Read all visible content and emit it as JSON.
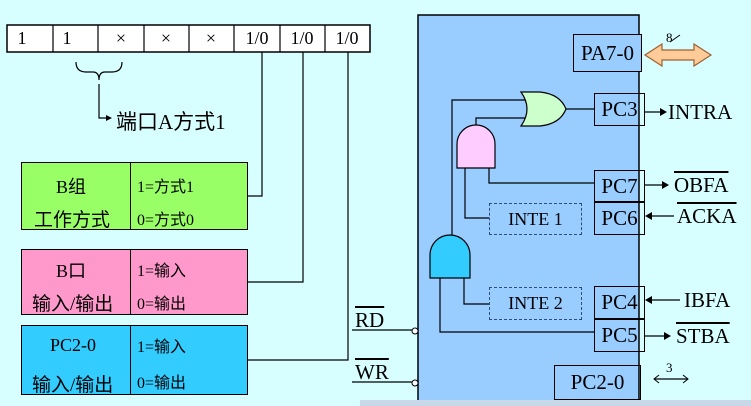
{
  "control_word": {
    "bits": [
      "1",
      "1",
      "×",
      "×",
      "×",
      "1/0",
      "1/0",
      "1/0"
    ],
    "port_a_label": "端口A方式1"
  },
  "option_boxes": [
    {
      "title1": "B组",
      "title2": "工作方式",
      "opt1": "1=方式1",
      "opt0": "0=方式0",
      "color": "#99ff66"
    },
    {
      "title1": "B口",
      "title2": "输入/输出",
      "opt1": "1=输入",
      "opt0": "0=输出",
      "color": "#ff99cc"
    },
    {
      "title1": "PC2-0",
      "title2": "输入/输出",
      "opt1": "1=输入",
      "opt0": "0=输出",
      "color": "#33ccff"
    }
  ],
  "chip": {
    "color": "#99ccff",
    "pins": {
      "pa": "PA7-0",
      "pc3": "PC3",
      "pc7": "PC7",
      "pc6": "PC6",
      "pc4": "PC4",
      "pc5": "PC5",
      "pc20": "PC2-0"
    },
    "inte1": "INTE 1",
    "inte2": "INTE 2"
  },
  "signals": {
    "intra": "INTRA",
    "obfa": "OBFA",
    "acka": "ACKA",
    "ibfa": "IBFA",
    "stba": "STBA",
    "rd": "RD",
    "wr": "WR",
    "pa_width": "8",
    "pc_width": "3"
  },
  "colors": {
    "or_gate": "#ccffcc",
    "and_gate_1": "#ffccff",
    "and_gate_2": "#33ccff",
    "arrow_fill": "#ffcc99"
  }
}
